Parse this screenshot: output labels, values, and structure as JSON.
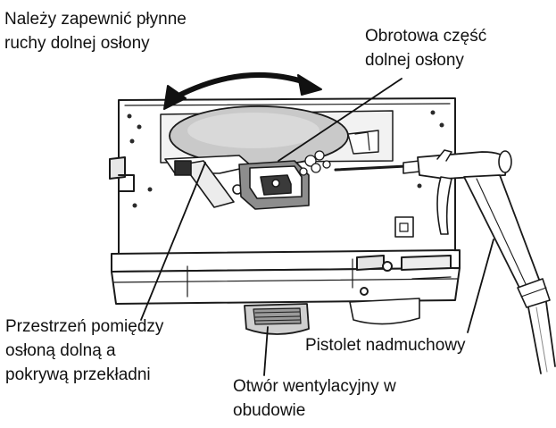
{
  "labels": {
    "lower_guard_motion": [
      "Należy zapewnić płynne",
      "ruchy dolnej osłony"
    ],
    "rotating_part": [
      "Obrotowa część",
      "dolnej osłony"
    ],
    "gap_space": [
      "Przestrzeń pomiędzy",
      "osłoną dolną a",
      "pokrywą przekładni"
    ],
    "blow_gun": [
      "Pistolet nadmuchowy"
    ],
    "vent_hole": [
      "Otwór wentylacyjny w",
      "obudowie"
    ]
  }
}
